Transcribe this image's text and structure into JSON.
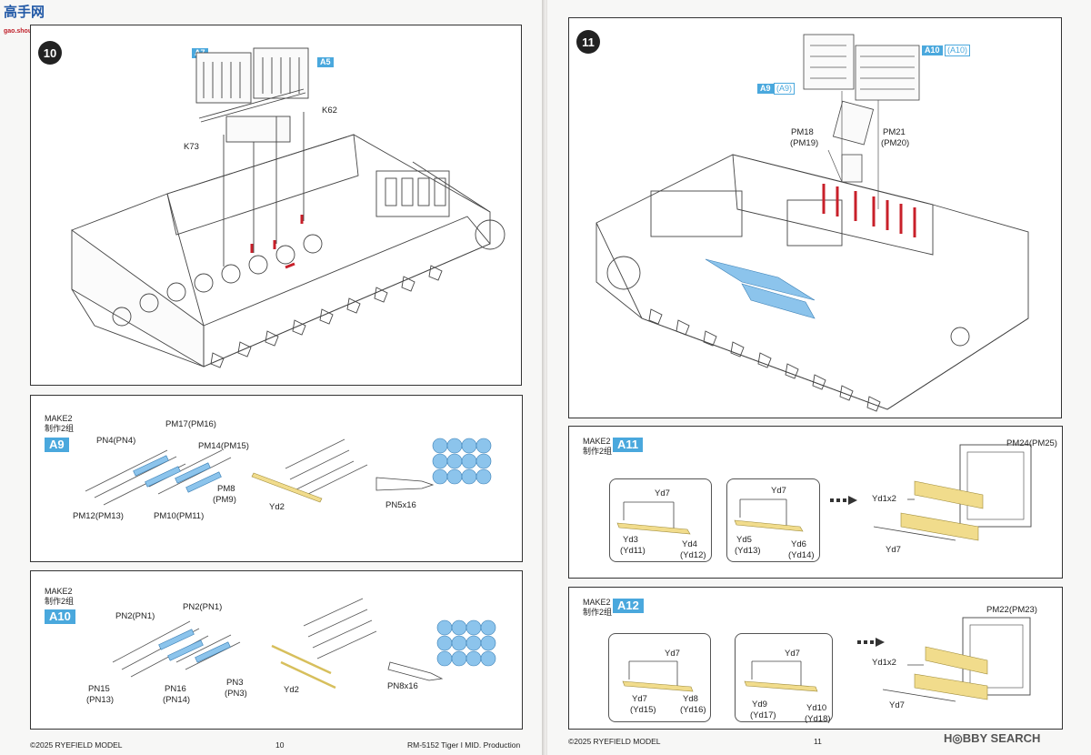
{
  "watermark": {
    "chars": "高手网",
    "url": "gao.shou.com",
    "brand": "H◎BBY SEARCH"
  },
  "left_page": {
    "step10": {
      "number": "10",
      "parts": {
        "a7": "A7",
        "a5": "A5",
        "k62": "K62",
        "k73": "K73"
      }
    },
    "panel_a9": {
      "make": "MAKE2",
      "make_cn": "制作2组",
      "title": "A9",
      "labels": {
        "pn4": "PN4(PN4)",
        "pm17": "PM17(PM16)",
        "pm14": "PM14(PM15)",
        "pm8": "PM8",
        "pm9": "(PM9)",
        "pm12": "PM12(PM13)",
        "pm10": "PM10(PM11)",
        "yd2": "Yd2",
        "pn5": "PN5x16"
      }
    },
    "panel_a10": {
      "make": "MAKE2",
      "make_cn": "制作2组",
      "title": "A10",
      "labels": {
        "pn2a": "PN2(PN1)",
        "pn2b": "PN2(PN1)",
        "pn15": "PN15",
        "pn13": "(PN13)",
        "pn16": "PN16",
        "pn14": "(PN14)",
        "pn3": "PN3",
        "pn3b": "(PN3)",
        "yd2": "Yd2",
        "pn8": "PN8x16"
      }
    },
    "footer": {
      "copyright": "©2025 RYEFIELD MODEL",
      "page": "10",
      "product": "RM-5152 Tiger I MID. Production"
    }
  },
  "right_page": {
    "step11": {
      "number": "11",
      "parts": {
        "a10": "A10",
        "a10b": "(A10)",
        "a9": "A9",
        "a9b": "(A9)",
        "pm18": "PM18",
        "pm19": "(PM19)",
        "pm21": "PM21",
        "pm20": "(PM20)"
      }
    },
    "panel_a11": {
      "make": "MAKE2",
      "make_cn": "制作2组",
      "title": "A11",
      "labels": {
        "yd7a": "Yd7",
        "yd3": "Yd3",
        "yd11": "(Yd11)",
        "yd4": "Yd4",
        "yd12": "(Yd12)",
        "yd7b": "Yd7",
        "yd5": "Yd5",
        "yd13": "(Yd13)",
        "yd6": "Yd6",
        "yd14": "(Yd14)",
        "yd1x2": "Yd1x2",
        "yd7c": "Yd7",
        "pm24": "PM24(PM25)"
      }
    },
    "panel_a12": {
      "make": "MAKE2",
      "make_cn": "制作2组",
      "title": "A12",
      "labels": {
        "yd7a": "Yd7",
        "yd7": "Yd7",
        "yd15": "(Yd15)",
        "yd8": "Yd8",
        "yd16": "(Yd16)",
        "yd7b": "Yd7",
        "yd9": "Yd9",
        "yd17": "(Yd17)",
        "yd10": "Yd10",
        "yd18": "(Yd18)",
        "yd1x2": "Yd1x2",
        "yd7c": "Yd7",
        "pm22": "PM22(PM23)"
      }
    },
    "footer": {
      "copyright": "©2025 RYEFIELD MODEL",
      "page": "11"
    }
  },
  "colors": {
    "accent_blue": "#4aa8dd",
    "part_blue": "#8cc4ec",
    "brass": "#f1dc8c",
    "red": "#c8202a"
  }
}
